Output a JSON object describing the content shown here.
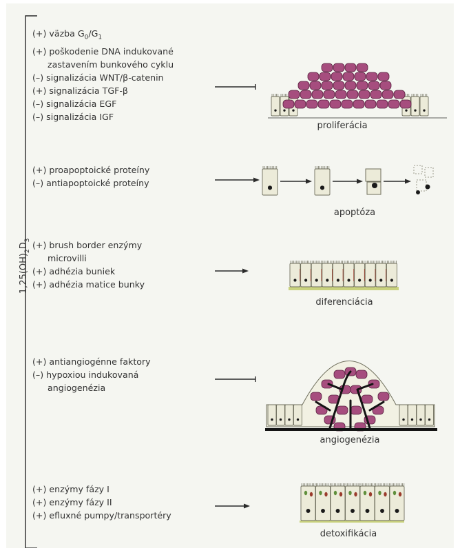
{
  "axis_label": {
    "main": "1,25(OH)",
    "sub1": "2",
    "main2": "D",
    "sub2": "3"
  },
  "groups": [
    {
      "process": "proliferácia",
      "items": [
        {
          "sign": "(+)",
          "text": "väzba G",
          "sub1": "0",
          "sep": "/G",
          "sub2": "1"
        },
        {
          "sign": "(+)",
          "text": "poškodenie DNA indukované"
        },
        {
          "sign": "",
          "text": "zastavením bunkového cyklu"
        },
        {
          "sign": "(–)",
          "text": "signalizácia WNT/β-catenin"
        },
        {
          "sign": "(+)",
          "text": "signalizácia TGF-β"
        },
        {
          "sign": "(–)",
          "text": "signalizácia EGF"
        },
        {
          "sign": "(–)",
          "text": "signalizácia IGF"
        }
      ]
    },
    {
      "process": "apoptóza",
      "items": [
        {
          "sign": "(+)",
          "text": "proapoptoické proteíny"
        },
        {
          "sign": "(–)",
          "text": "antiapoptoické proteíny"
        }
      ]
    },
    {
      "process": "diferenciácia",
      "items": [
        {
          "sign": "(+)",
          "text": "brush border enzýmy"
        },
        {
          "sign": "",
          "text": "microvilli"
        },
        {
          "sign": "(+)",
          "text": "adhézia buniek"
        },
        {
          "sign": "(+)",
          "text": "adhézia matice bunky"
        }
      ]
    },
    {
      "process": "angiogenézia",
      "items": [
        {
          "sign": "(+)",
          "text": "antiangiogénne faktory"
        },
        {
          "sign": "(–)",
          "text": "hypoxiou indukovaná"
        },
        {
          "sign": "",
          "text": "angiogenézia"
        }
      ]
    },
    {
      "process": "detoxifikácia",
      "items": [
        {
          "sign": "(+)",
          "text": "enzýmy fázy I"
        },
        {
          "sign": "(+)",
          "text": "enzýmy fázy II"
        },
        {
          "sign": "(+)",
          "text": "efluxné pumpy/transportéry"
        }
      ]
    }
  ],
  "colors": {
    "background": "#f5f6f1",
    "cell_fill": "#ecebd9",
    "cell_stroke": "#6e6e5c",
    "tumor_fill": "#a64d7e",
    "tumor_stroke": "#5a2240",
    "nucleus": "#1a1a1a",
    "vessel": "#141414",
    "basement": "#c9d27e",
    "enzyme_green": "#5f8f3c",
    "enzyme_red": "#9a3b2c",
    "line": "#2a2a2a"
  }
}
